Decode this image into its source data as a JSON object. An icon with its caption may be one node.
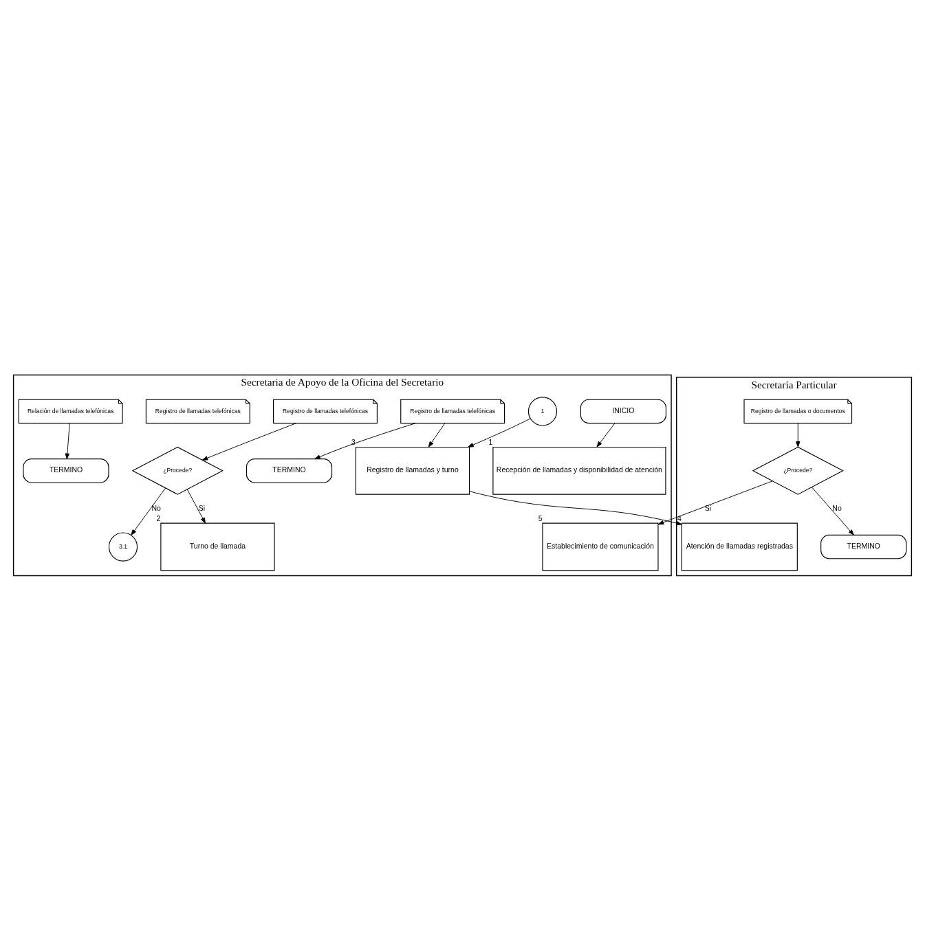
{
  "diagram": {
    "nodes": [
      {
        "text": [
          "Secretaria de Apoyo de la Oficina del Secretario"
        ]
      },
      {
        "text": [
          "Secretaría Particular"
        ]
      },
      {
        "text": [
          "INICIO"
        ],
        "in": 0
      },
      {
        "text": [
          "Recepción de llamadas y disponibilidad de atención"
        ],
        "beside": [
          "1"
        ],
        "in": 0
      },
      {
        "text": [
          "Registro de llamadas telefónicas"
        ],
        "in": 0
      },
      {
        "text": [
          "¿Procede?"
        ],
        "in": 0
      },
      {
        "text": [
          "3.1"
        ],
        "in": 0
      },
      {
        "text": [
          "Turno de llamada"
        ],
        "beside": [
          "2"
        ],
        "in": 0
      },
      {
        "text": [
          "Registro de llamadas telefónicas"
        ],
        "in": 0
      },
      {
        "text": [
          "TERMINO"
        ],
        "in": 0
      },
      {
        "text": [
          "1"
        ],
        "in": 0
      },
      {
        "text": [
          "Registro de llamadas y turno"
        ],
        "beside": [
          "3"
        ],
        "in": 0
      },
      {
        "text": [
          "Registro de llamadas telefónicas"
        ],
        "in": 0
      },
      {
        "text": [
          "Atención de llamadas registradas"
        ],
        "beside": [
          "4"
        ],
        "in": 1
      },
      {
        "text": [
          "Registro de llamadas o documentos"
        ],
        "in": 1
      },
      {
        "text": [
          "¿Procede?"
        ],
        "in": 1
      },
      {
        "text": [
          "TERMINO"
        ],
        "in": 1
      },
      {
        "text": [
          "Establecimiento de comunicación"
        ],
        "beside": [
          "5"
        ],
        "in": 0
      },
      {
        "text": [
          "Relación de llamadas telefónicas"
        ],
        "in": 0
      },
      {
        "text": [
          "TERMINO"
        ],
        "in": 0
      }
    ],
    "edges": [
      {
        "from": 2,
        "to": 3,
        "arrow": "to"
      },
      {
        "from": 4,
        "to": 5,
        "arrow": "to"
      },
      {
        "from": 5,
        "to": 6,
        "arrow": "to",
        "label": "No"
      },
      {
        "from": 5,
        "to": 7,
        "arrow": "to",
        "label": "Si"
      },
      {
        "from": 8,
        "to": 9,
        "arrow": "to"
      },
      {
        "from": 8,
        "to": 11,
        "arrow": "to"
      },
      {
        "from": 10,
        "to": 11,
        "arrow": "to"
      },
      {
        "from": 11,
        "to": 13,
        "arrow": "to"
      },
      {
        "from": 14,
        "to": 15,
        "arrow": "to"
      },
      {
        "from": 15,
        "to": 16,
        "arrow": "to",
        "label": "No"
      },
      {
        "from": 15,
        "to": 17,
        "arrow": "to",
        "label": "Si"
      },
      {
        "from": 18,
        "to": 19,
        "arrow": "to"
      }
    ]
  }
}
